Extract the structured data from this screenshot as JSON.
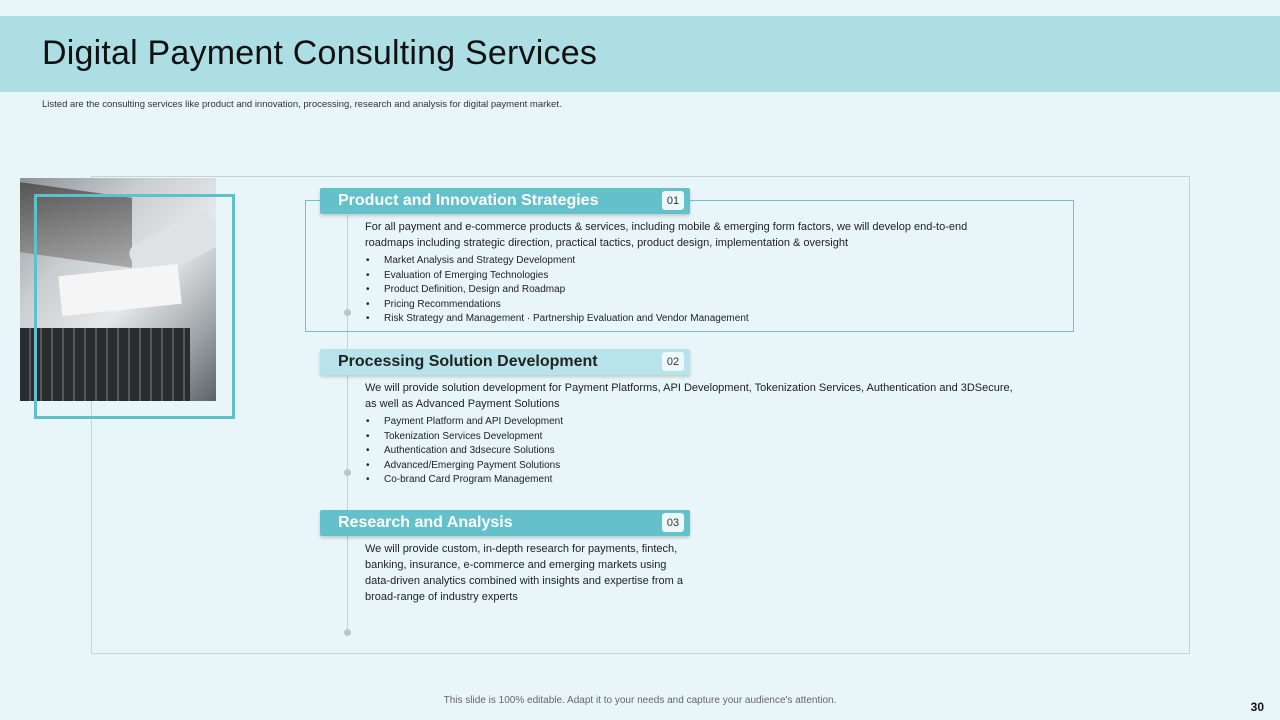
{
  "slide": {
    "title": "Digital Payment Consulting Services",
    "subtitle": "Listed are the consulting services like product and innovation, processing, research and analysis for digital payment market.",
    "footer": "This slide is 100% editable. Adapt it to your needs and capture your audience's attention.",
    "page_number": "30"
  },
  "sections": [
    {
      "heading": "Product and Innovation Strategies",
      "number": "01",
      "description": "For all payment and e-commerce products & services, including mobile & emerging form factors, we will develop end-to-end roadmaps including strategic direction, practical tactics, product design, implementation & oversight",
      "bullets": [
        "Market Analysis and Strategy Development",
        "Evaluation of Emerging Technologies",
        "Product Definition, Design and Roadmap",
        "Pricing Recommendations",
        "Risk Strategy and Management · Partnership Evaluation and Vendor Management"
      ]
    },
    {
      "heading": "Processing Solution Development",
      "number": "02",
      "description": "We will provide solution development for Payment Platforms, API Development, Tokenization Services, Authentication and 3DSecure, as well as Advanced Payment Solutions",
      "bullets": [
        "Payment Platform and API Development",
        "Tokenization Services Development",
        "Authentication and 3dsecure Solutions",
        "Advanced/Emerging Payment Solutions",
        "Co-brand Card Program Management"
      ]
    },
    {
      "heading": "Research and Analysis",
      "number": "03",
      "description": "We will provide custom, in-depth research for payments, fintech, banking, insurance, e-commerce and emerging markets using data-driven analytics combined with insights and expertise from a broad-range of industry experts"
    }
  ],
  "colors": {
    "accent": "#64c1cc",
    "accent_light": "#b7e4ea",
    "title_bar": "#addee3",
    "background": "#e9f6f9"
  }
}
